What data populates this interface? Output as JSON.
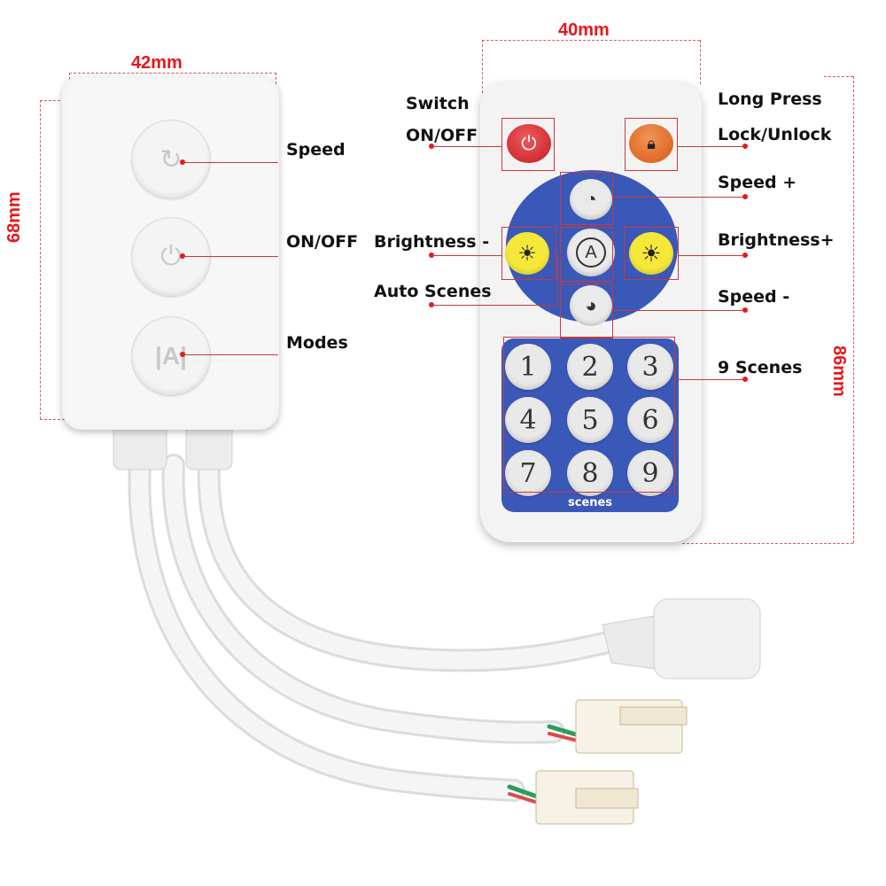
{
  "dimensions": {
    "controller_width": "42mm",
    "controller_height": "68mm",
    "remote_width": "40mm",
    "remote_height": "86mm"
  },
  "controller_labels": {
    "speed": "Speed",
    "on_off": "ON/OFF",
    "modes": "Modes"
  },
  "remote_labels": {
    "switch": "Switch",
    "switch_on_off": "ON/OFF",
    "long_press": "Long Press",
    "lock_unlock": "Lock/Unlock",
    "speed_plus": "Speed +",
    "brightness_minus": "Brightness -",
    "brightness_plus": "Brightness+",
    "auto_scenes": "Auto Scenes",
    "speed_minus": "Speed -",
    "nine_scenes": "9 Scenes"
  },
  "remote": {
    "auto_glyph": "A",
    "scene_numbers": [
      "1",
      "2",
      "3",
      "4",
      "5",
      "6",
      "7",
      "8",
      "9"
    ],
    "scenes_caption": "scenes"
  },
  "colors": {
    "accent_red": "#e8161b",
    "remote_blue": "#3a58b8",
    "power_red": "#d6262b",
    "lock_orange": "#e0641c",
    "brightness_yellow": "#f5e83a"
  },
  "icons": [
    "power-icon",
    "lock-icon",
    "speed-gauge-icon",
    "sun-icon",
    "auto-icon",
    "speed-icon",
    "mode-icon"
  ]
}
